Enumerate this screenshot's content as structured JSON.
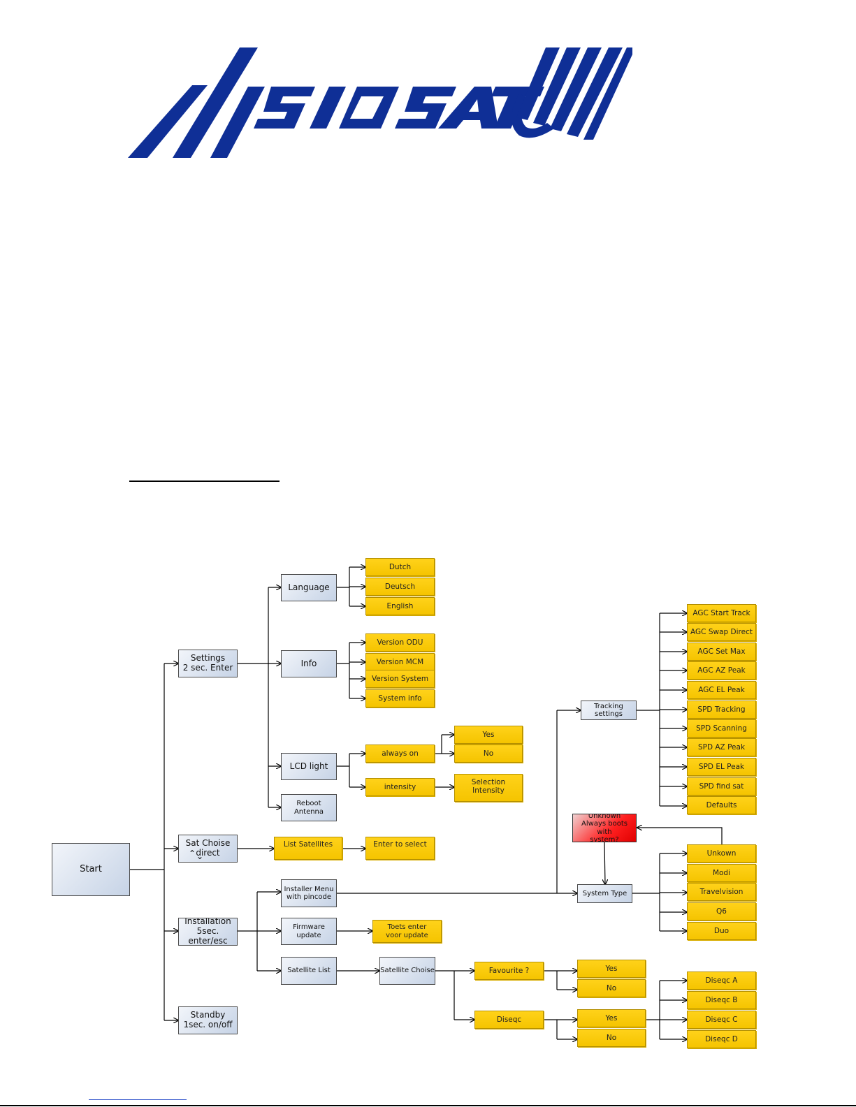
{
  "brand": {
    "name": "VISIOSAT",
    "color": "#0f2f96"
  },
  "nodes": {
    "start": "Start",
    "settings": "Settings\n2 sec. Enter",
    "sat_choise": "Sat Choise\n      direct",
    "installation": "Installation\n5sec. enter/esc",
    "standby": "Standby\n1sec. on/off",
    "language": "Language",
    "info": "Info",
    "lcd_light": "LCD light",
    "reboot_antenna": "Reboot Antenna",
    "dutch": "Dutch",
    "deutsch": "Deutsch",
    "english": "English",
    "version_odu": "Version ODU",
    "version_mcm": "Version MCM",
    "version_system": "Version System",
    "system_info": "System info",
    "always_on": "always on",
    "intensity": "intensity",
    "lcd_yes": "Yes",
    "lcd_no": "No",
    "selection_intensity": "Selection Intensity",
    "list_satellites": "List Satellites",
    "enter_to_select": "Enter to select",
    "installer_menu": "Installer Menu\nwith pincode",
    "firmware_update": "Firmware update",
    "toets_enter": "Toets enter\nvoor update",
    "satellite_list": "Satellite List",
    "satellite_choise": "Satellite Choise",
    "favourite": "Favourite ?",
    "fav_yes": "Yes",
    "fav_no": "No",
    "diseqc": "Diseqc",
    "dis_yes": "Yes",
    "dis_no": "No",
    "diseqc_a": "Diseqc A",
    "diseqc_b": "Diseqc B",
    "diseqc_c": "Diseqc C",
    "diseqc_d": "Diseqc D",
    "tracking_settings": "Tracking settings",
    "agc_start_track": "AGC Start Track",
    "agc_swap_direct": "AGC Swap Direct",
    "agc_set_max": "AGC Set Max",
    "agc_az_peak": "AGC AZ Peak",
    "agc_el_peak": "AGC EL Peak",
    "spd_tracking": "SPD Tracking",
    "spd_scanning": "SPD Scanning",
    "spd_az_peak": "SPD AZ Peak",
    "spd_el_peak": "SPD EL Peak",
    "spd_find_sat": "SPD find sat",
    "defaults": "Defaults",
    "system_type": "System Type",
    "unknown_boot": "Unknown\nAlways boots with\nsystem?",
    "unkown": "Unkown",
    "modi": "Modi",
    "travelvision": "Travelvision",
    "q6": "Q6",
    "duo": "Duo"
  },
  "colors": {
    "menu_box": "#c6d3e6",
    "option_box": "#f5c400",
    "warning_box": "#ff2020"
  }
}
